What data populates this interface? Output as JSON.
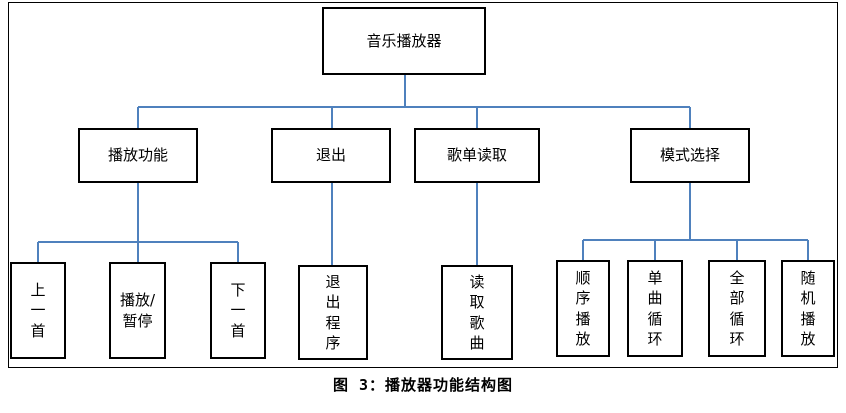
{
  "root": "音乐播放器",
  "branches": [
    {
      "label": "播放功能",
      "children": [
        "上一首",
        "播放/暂停",
        "下一首"
      ]
    },
    {
      "label": "退出",
      "children": [
        "退出程序"
      ]
    },
    {
      "label": "歌单读取",
      "children": [
        "读取歌曲"
      ]
    },
    {
      "label": "模式选择",
      "children": [
        "顺序播放",
        "单曲循环",
        "全部循环",
        "随机播放"
      ]
    }
  ],
  "caption": "图 3：播放器功能结构图",
  "colors": {
    "connector": "#4f81bd",
    "box_border": "#000000"
  }
}
